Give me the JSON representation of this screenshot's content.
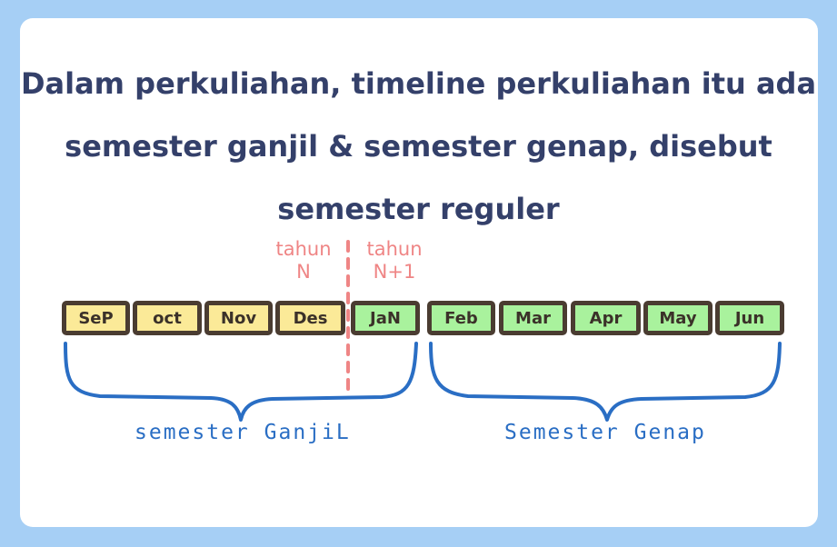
{
  "title": {
    "line1": "Dalam perkuliahan, timeline perkuliahan itu ada",
    "line2": "semester ganjil & semester genap, disebut",
    "line3": "semester reguler"
  },
  "year_labels": {
    "left_top": "tahun",
    "left_bottom": "N",
    "right_top": "tahun",
    "right_bottom": "N+1"
  },
  "months": [
    "SeP",
    "oct",
    "Nov",
    "Des",
    "JaN",
    "Feb",
    "Mar",
    "Apr",
    "May",
    "Jun"
  ],
  "semester_labels": {
    "ganjil": "semester GanjiL",
    "genap": "Semester Genap"
  },
  "colors": {
    "background": "#a6cff5",
    "card": "#ffffff",
    "title_text": "#34406a",
    "ganjil_box": "#fbea98",
    "genap_box": "#a9f29d",
    "box_border": "#4a3c31",
    "year_divider": "#ef8585",
    "brace": "#2a6ec4"
  }
}
